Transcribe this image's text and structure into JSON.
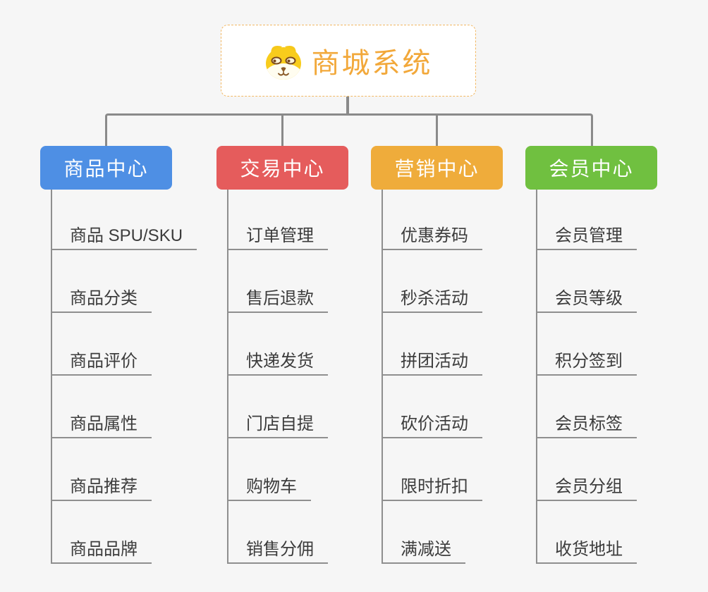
{
  "root": {
    "title": "商城系统",
    "icon": "shiba-dog-icon"
  },
  "branches": [
    {
      "label": "商品中心",
      "color": "#4E8FE4",
      "children": [
        "商品 SPU/SKU",
        "商品分类",
        "商品评价",
        "商品属性",
        "商品推荐",
        "商品品牌"
      ]
    },
    {
      "label": "交易中心",
      "color": "#E55C5C",
      "children": [
        "订单管理",
        "售后退款",
        "快递发货",
        "门店自提",
        "购物车",
        "销售分佣"
      ]
    },
    {
      "label": "营销中心",
      "color": "#EFAC3B",
      "children": [
        "优惠券码",
        "秒杀活动",
        "拼团活动",
        "砍价活动",
        "限时折扣",
        "满减送"
      ]
    },
    {
      "label": "会员中心",
      "color": "#70C040",
      "children": [
        "会员管理",
        "会员等级",
        "积分签到",
        "会员标签",
        "会员分组",
        "收货地址"
      ]
    }
  ],
  "colors": {
    "background": "#F6F6F6",
    "connector": "#8A8A8A",
    "child_underline": "#8F8F8F",
    "child_text": "#3C3C3C",
    "root_text": "#F2A83A",
    "root_border": "#F2B863",
    "branch_blue": "#4E8FE4",
    "branch_red": "#E55C5C",
    "branch_orange": "#EFAC3B",
    "branch_green": "#70C040"
  }
}
